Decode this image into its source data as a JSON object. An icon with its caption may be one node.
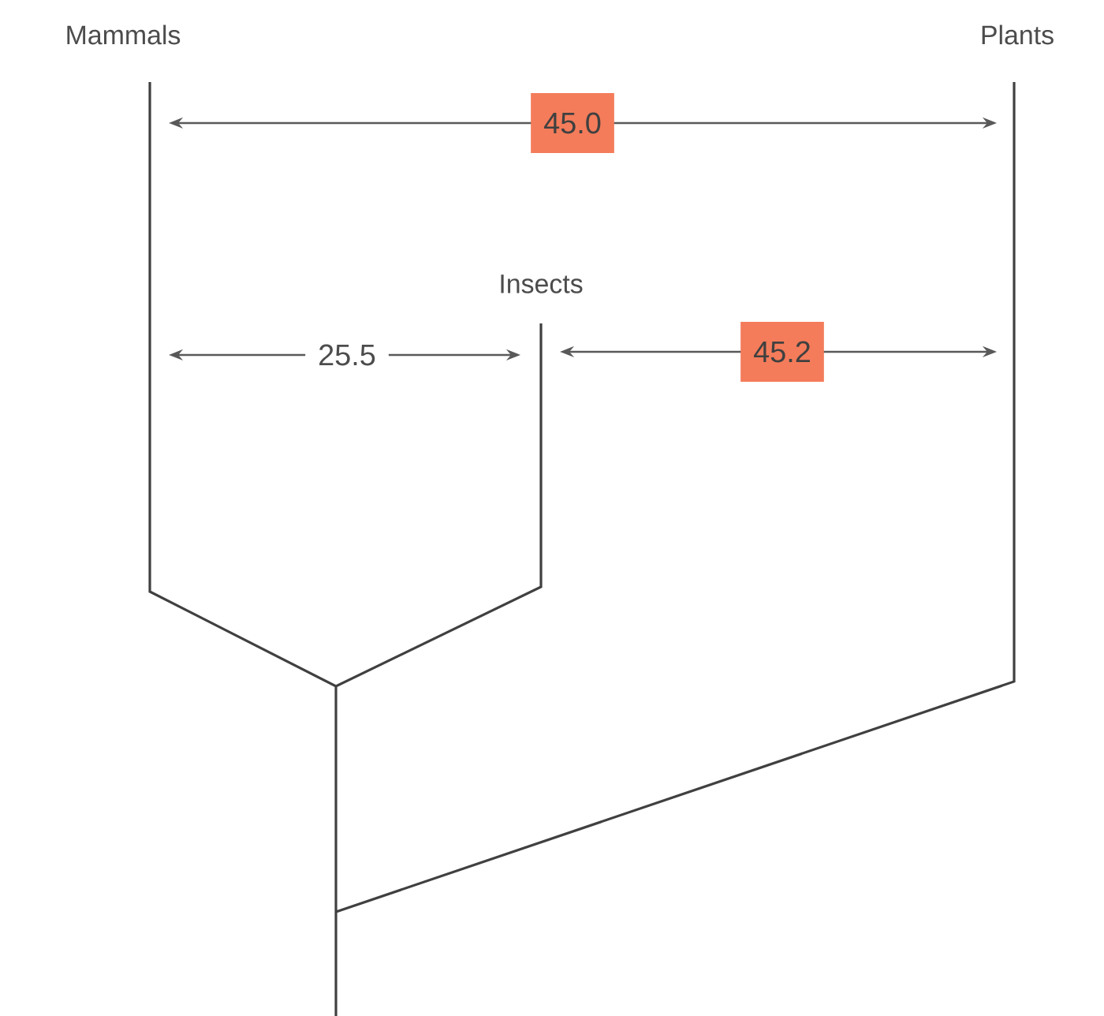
{
  "diagram": {
    "labels": [
      "Mammals",
      "Plants",
      "45.0",
      "Insects",
      "25.5",
      "45.2"
    ]
  }
}
